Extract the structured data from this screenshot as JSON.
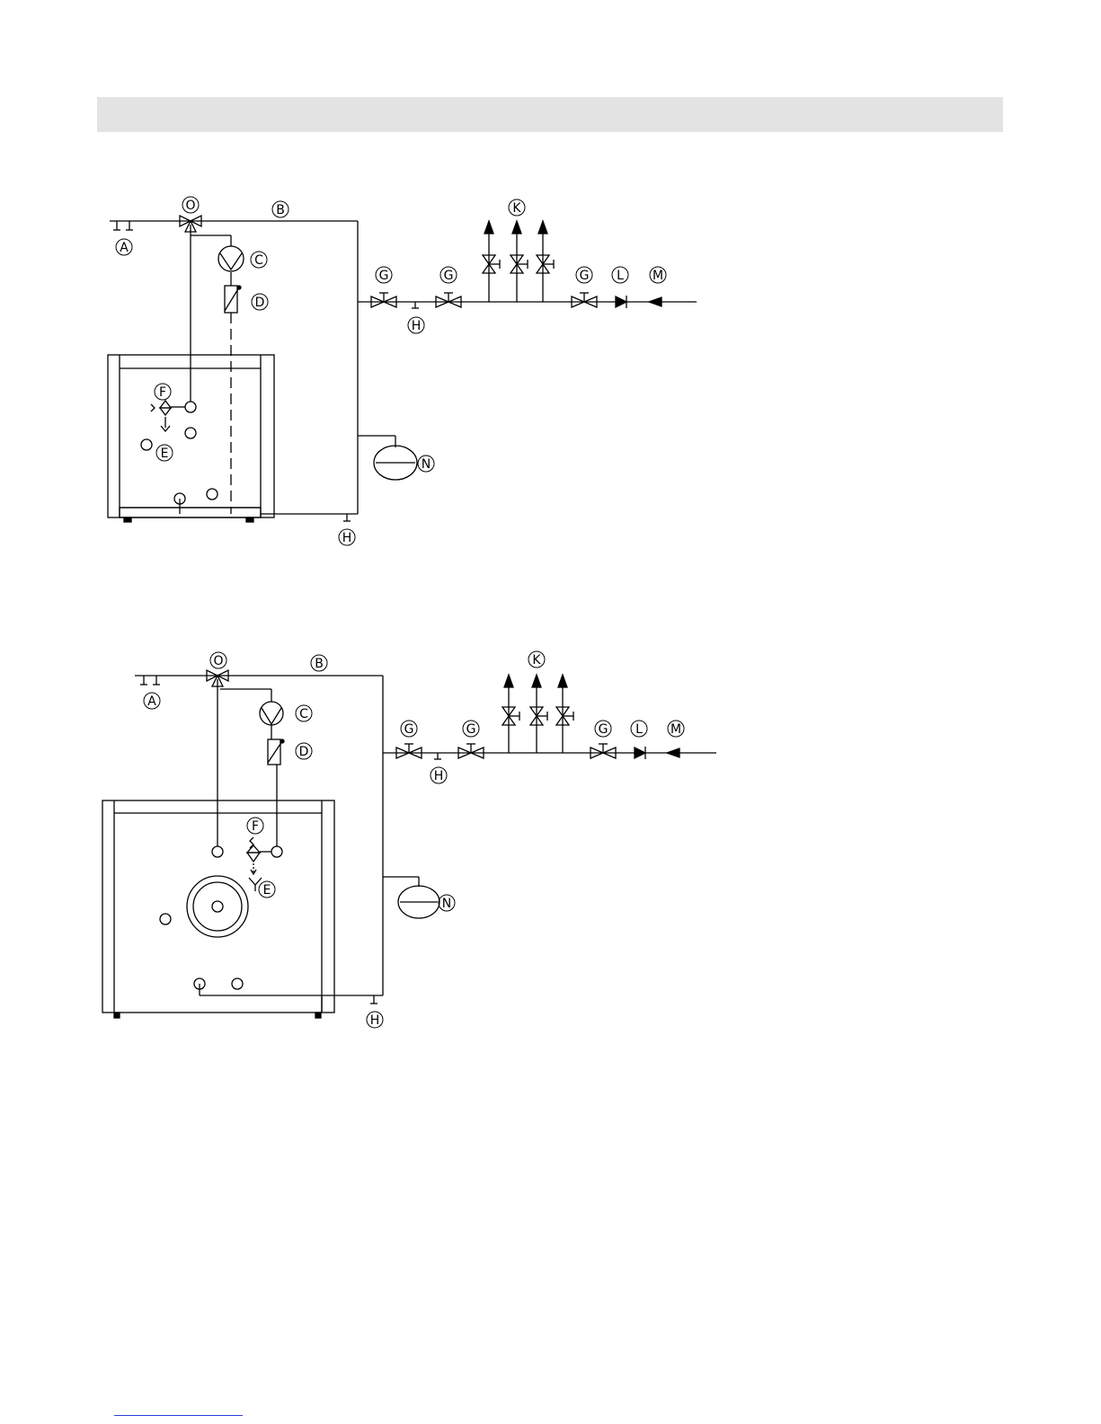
{
  "header": {
    "title": ""
  },
  "diagrams": [
    {
      "labels": {
        "O": "O",
        "A": "A",
        "B": "B",
        "C": "C",
        "D": "D",
        "E": "E",
        "F": "F",
        "G": "G",
        "H": "H",
        "K": "K",
        "L": "L",
        "M": "M",
        "N": "N"
      }
    },
    {
      "labels": {
        "O": "O",
        "A": "A",
        "B": "B",
        "C": "C",
        "D": "D",
        "E": "E",
        "F": "F",
        "G": "G",
        "H": "H",
        "K": "K",
        "L": "L",
        "M": "M",
        "N": "N"
      }
    }
  ],
  "colors": {
    "line": "#000000",
    "band": "#e3e3e3",
    "footer_link": "#2a3fd6"
  }
}
